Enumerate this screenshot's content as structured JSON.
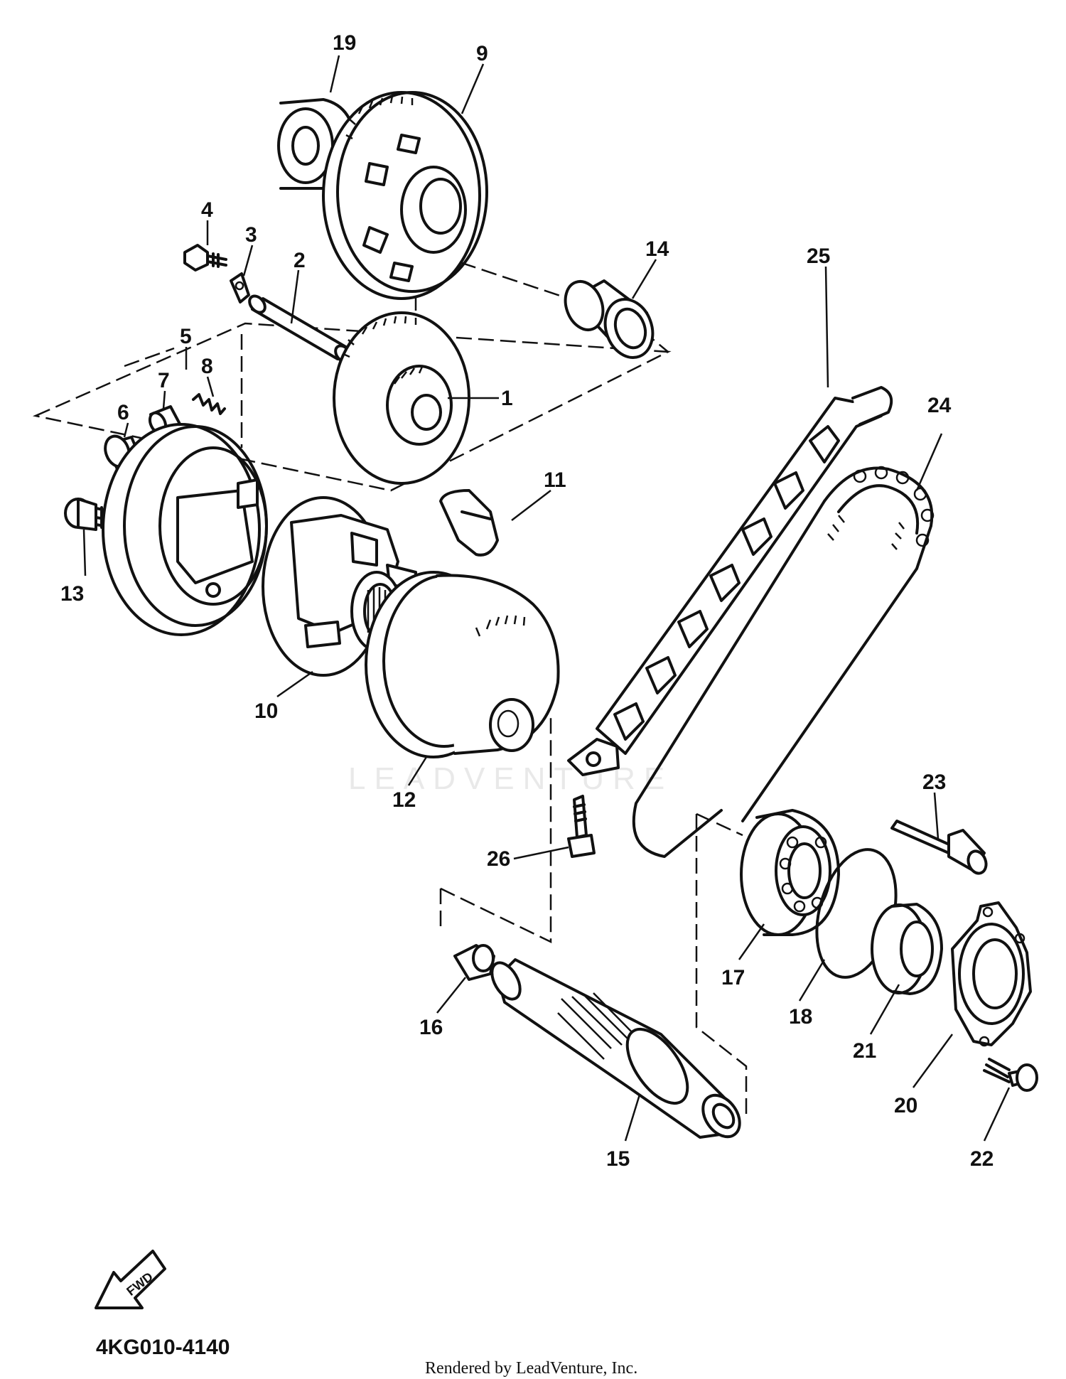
{
  "watermark": "LEADVENTURE",
  "diagram_code": "4KG010-4140",
  "fwd_label": "FWD",
  "credit": "Rendered by LeadVenture, Inc.",
  "callouts": [
    "1",
    "2",
    "3",
    "4",
    "5",
    "6",
    "7",
    "8",
    "9",
    "10",
    "11",
    "12",
    "13",
    "14",
    "15",
    "16",
    "17",
    "18",
    "19",
    "20",
    "21",
    "22",
    "23",
    "24",
    "25",
    "26"
  ]
}
